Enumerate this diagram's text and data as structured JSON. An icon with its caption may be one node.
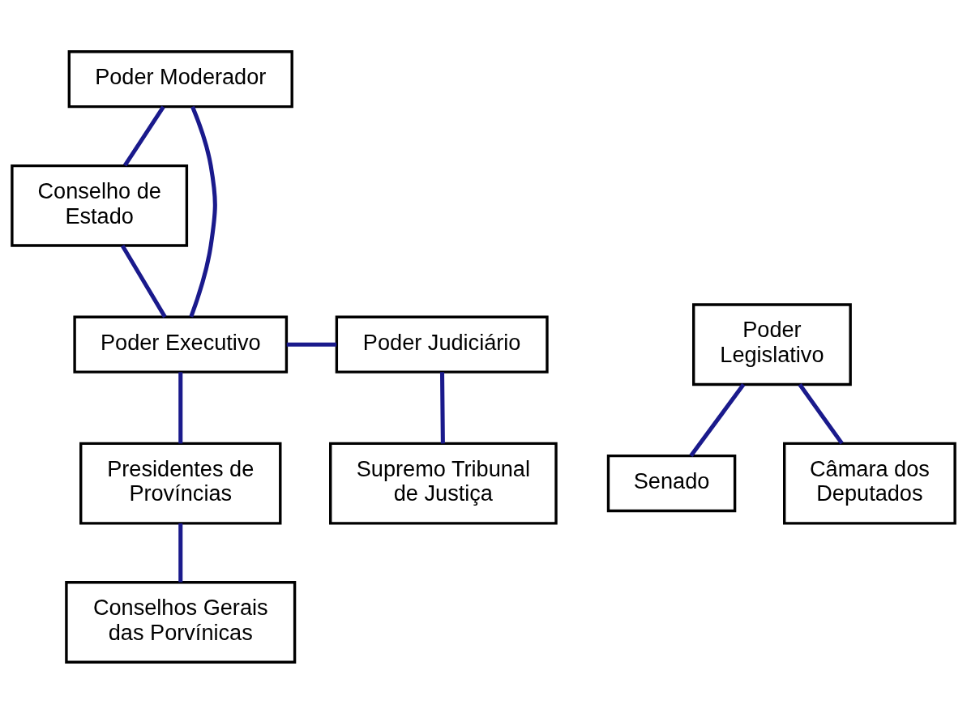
{
  "diagram": {
    "nodes": [
      {
        "text": [
          "Poder Moderador"
        ]
      },
      {
        "text": [
          "Conselho de Estado"
        ]
      },
      {
        "text": [
          "Poder Legislativo"
        ]
      },
      {
        "text": [
          "Poder Executivo"
        ]
      },
      {
        "text": [
          "Poder Judiciário"
        ]
      },
      {
        "text": [
          "Senado"
        ]
      },
      {
        "text": [
          "Câmara dos Deputados"
        ]
      },
      {
        "text": [
          "Presidentes de Províncias"
        ]
      },
      {
        "text": [
          "Supremo Tribunal de Justiça"
        ]
      },
      {
        "text": [
          "Conselhos Gerais das Porvínicas"
        ]
      }
    ],
    "edges": [
      {
        "from": 0,
        "to": 3,
        "arrow": "none"
      },
      {
        "from": 0,
        "to": 1,
        "arrow": "none"
      },
      {
        "from": 1,
        "to": 3,
        "arrow": "none"
      },
      {
        "from": 3,
        "to": 4,
        "arrow": "none"
      },
      {
        "from": 2,
        "to": 5,
        "arrow": "none"
      },
      {
        "from": 2,
        "to": 6,
        "arrow": "none"
      },
      {
        "from": 3,
        "to": 7,
        "arrow": "none"
      },
      {
        "from": 4,
        "to": 8,
        "arrow": "none"
      },
      {
        "from": 7,
        "to": 9,
        "arrow": "none"
      }
    ]
  }
}
